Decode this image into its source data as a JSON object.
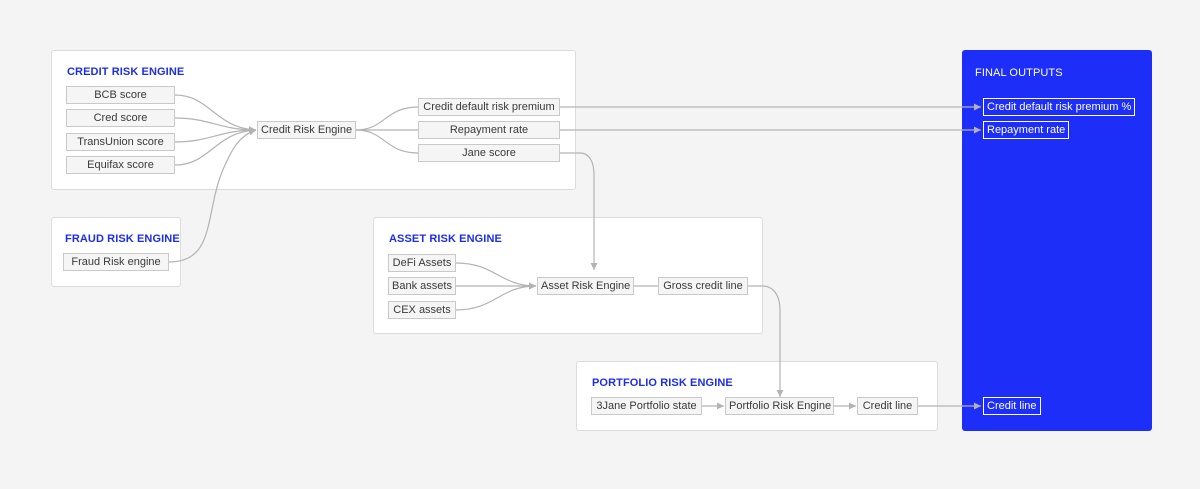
{
  "credit_risk": {
    "title": "CREDIT RISK ENGINE",
    "inputs": [
      "BCB score",
      "Cred score",
      "TransUnion score",
      "Equifax score"
    ],
    "engine": "Credit Risk Engine",
    "outputs": [
      "Credit default risk premium",
      "Repayment rate",
      "Jane score"
    ]
  },
  "fraud_risk": {
    "title": "FRAUD RISK ENGINE",
    "inputs": [
      "Fraud Risk engine"
    ]
  },
  "asset_risk": {
    "title": "ASSET RISK ENGINE",
    "inputs": [
      "DeFi Assets",
      "Bank assets",
      "CEX assets"
    ],
    "engine": "Asset Risk Engine",
    "output": "Gross credit line"
  },
  "portfolio_risk": {
    "title": "PORTFOLIO RISK ENGINE",
    "input": "3Jane Portfolio state",
    "engine": "Portfolio Risk Engine",
    "output": "Credit line"
  },
  "final_outputs": {
    "title": "FINAL OUTPUTS",
    "items": [
      "Credit default risk premium %",
      "Repayment rate",
      "Credit line"
    ]
  },
  "colors": {
    "accent": "#1c2ee8",
    "final_panel": "#1c2ef7",
    "edge": "#b3b3b3",
    "node_bg": "#f5f5f5",
    "node_border": "#c9c9c9"
  }
}
